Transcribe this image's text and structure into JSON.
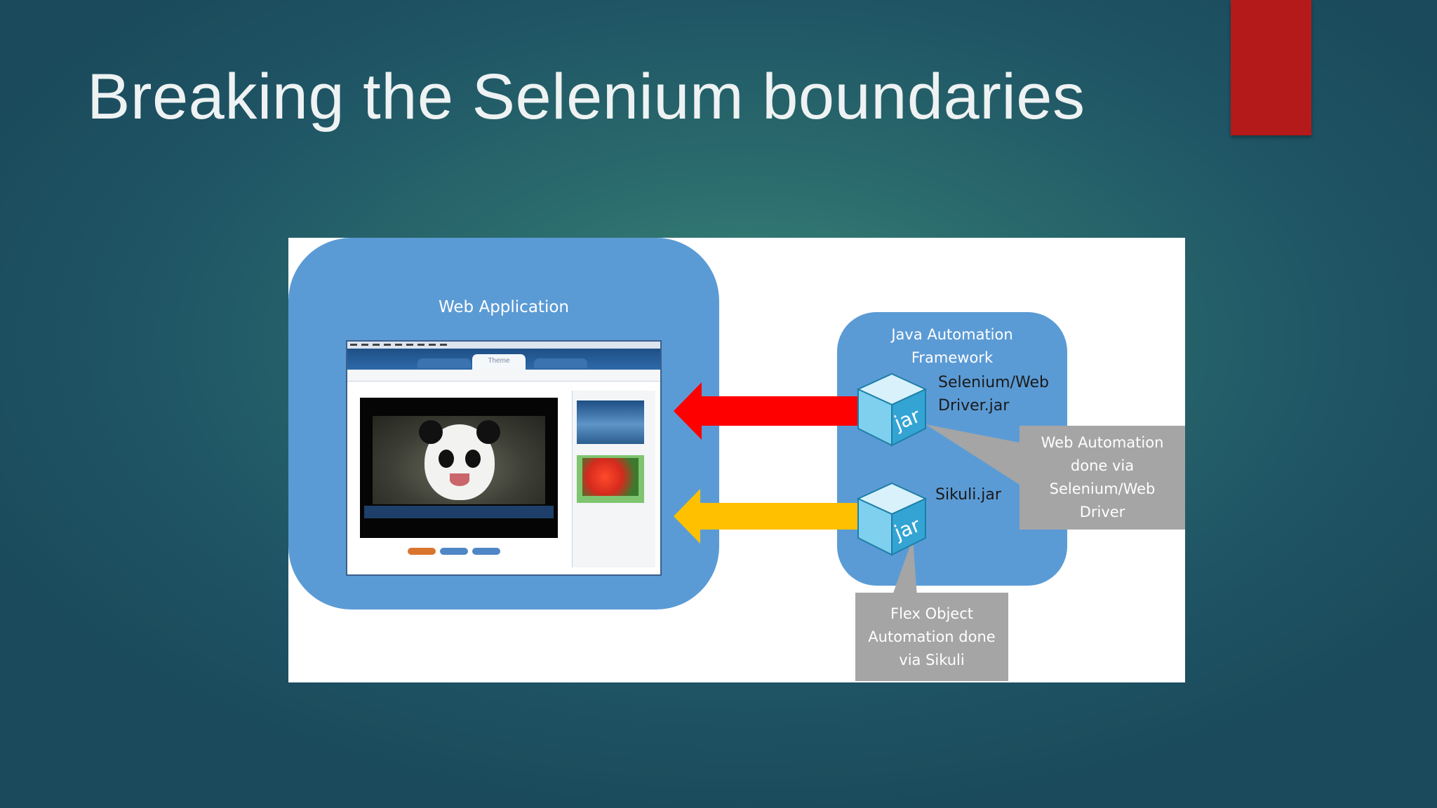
{
  "slide": {
    "title": "Breaking the Selenium boundaries"
  },
  "diagram": {
    "web_app_label": "Web Application",
    "java_framework_label_line1": "Java Automation",
    "java_framework_label_line2": "Framework",
    "selenium_jar_line1": "Selenium/Web",
    "selenium_jar_line2": "Driver.jar",
    "sikuli_jar": "Sikuli.jar",
    "jar_icon_text": "jar",
    "callout_web": [
      "Web Automation",
      "done via",
      "Selenium/Web",
      "Driver"
    ],
    "callout_flex": [
      "Flex Object",
      "Automation done",
      "via Sikuli"
    ],
    "app_tab_active": "Theme"
  },
  "colors": {
    "background": "#1f5565",
    "title_text": "#eef2f2",
    "accent_tab": "#b41a1a",
    "box_blue": "#5b9bd5",
    "arrow_red": "#ff0000",
    "arrow_yellow": "#ffc000",
    "callout_gray": "#a5a5a5"
  },
  "icons": {
    "jar": "jar-cube-icon",
    "selenium_arrow": "red-left-arrow-icon",
    "sikuli_arrow": "yellow-left-arrow-icon"
  }
}
